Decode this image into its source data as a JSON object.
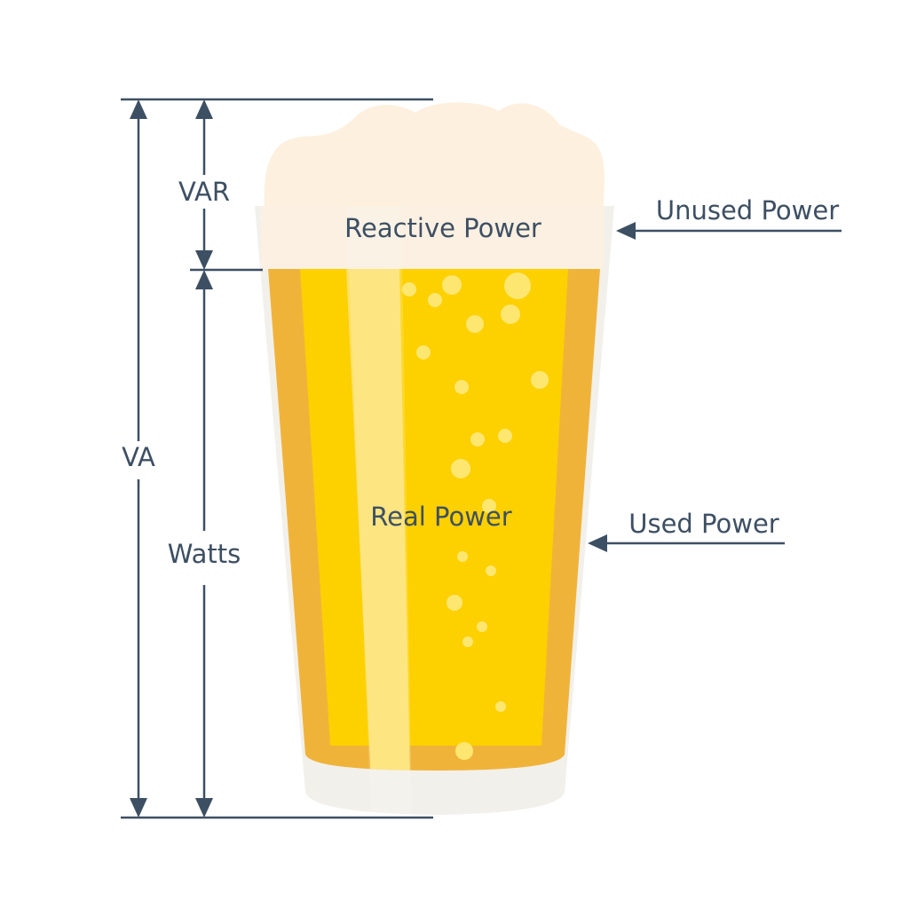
{
  "labels": {
    "va": "VA",
    "var": "VAR",
    "watts": "Watts",
    "reactive_power": "Reactive Power",
    "real_power": "Real Power",
    "unused_power": "Unused Power",
    "used_power": "Used Power"
  },
  "colors": {
    "line": "#3d4f63",
    "beer_dark": "#f0b33a",
    "beer": "#fdd000",
    "beer_highlight": "#fde066",
    "foam": "#fdf0df",
    "glass": "#f2f0ea",
    "bubble": "#fde770"
  }
}
